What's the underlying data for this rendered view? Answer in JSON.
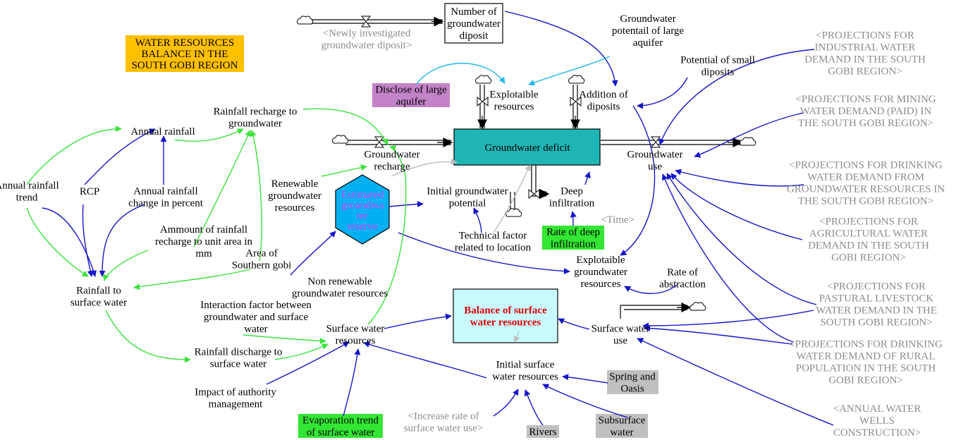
{
  "title": [
    "WATER RESOURCES",
    "BALANCE IN THE",
    "SOUTH GOBI REGION"
  ],
  "colors": {
    "title_bg": "#ffc000",
    "stock_fill": "#1fb5b5",
    "stock_light": "#c8fafe",
    "hexagon": "#00b0f0",
    "hexagon_text": "#e040fb",
    "purple_box": "#c383c8",
    "green_box": "#33e633",
    "gray_box": "#c0c0c0",
    "blue_arrow": "#1515c8",
    "green_arrow": "#3be23b",
    "cyan_arrow": "#22b8e8",
    "gray_link": "#bdbdbd",
    "red_text": "#e00000",
    "shadow_text": "#8c8c8c"
  },
  "stocks": {
    "groundwater_deficit": "Groundwater deficit",
    "balance_surface": [
      "Balance of surface",
      "water resources"
    ],
    "number_deposit": [
      "Number of",
      "groundwater",
      "diposit"
    ]
  },
  "hexagon": [
    "Estimated",
    "groundwa",
    "ter",
    "reserve"
  ],
  "variables": {
    "groundwater_potential_large": [
      "Groundwater",
      "potentail of large",
      "aquifer"
    ],
    "potential_small": [
      "Potential of small",
      "diposits"
    ],
    "disclose_large": [
      "Disclose of large",
      "aquifer"
    ],
    "explotaible_resources": [
      "Explotaible",
      "resources"
    ],
    "addition_deposits": [
      "Addition of",
      "diposits"
    ],
    "rainfall_recharge_gw": [
      "Rainfall recharge to",
      "groundwater"
    ],
    "annual_rainfall": "Annual rainfall",
    "groundwater_recharge": [
      "Groundwater",
      "recharge"
    ],
    "groundwater_use": [
      "Groundwater",
      "use"
    ],
    "annual_rainfall_trend": [
      "Annual rainfall",
      "trend"
    ],
    "rcp": "RCP",
    "annual_rainfall_change": [
      "Annual rainfall",
      "change in percent"
    ],
    "renewable_gw": [
      "Renewable",
      "groundwater",
      "resources"
    ],
    "initial_gw_potential": [
      "Initial groundwater",
      "potential"
    ],
    "deep_infiltration": [
      "Deep",
      "infiltration"
    ],
    "ammount_rainfall": [
      "Ammount of rainfall",
      "recharge to unit area in",
      "mm"
    ],
    "technical_factor": [
      "Technical factor",
      "related to location"
    ],
    "rate_deep_infiltration": [
      "Rate of deep",
      "infiltration"
    ],
    "area_southern_gobi": [
      "Area of",
      "Southern gobi"
    ],
    "explotaible_gw_resources": [
      "Explotaible",
      "groundwater",
      "resources"
    ],
    "rate_abstraction": [
      "Rate of",
      "abstraction"
    ],
    "non_renewable_gw": [
      "Non renewable",
      "groundwater resources"
    ],
    "rainfall_surface": [
      "Rainfall to",
      "surface water"
    ],
    "interaction_factor": [
      "Interaction factor between",
      "groundwater and surface",
      "water"
    ],
    "surface_water_resources": [
      "Surface water",
      "resources"
    ],
    "surface_water_use": [
      "Surface water",
      "use"
    ],
    "rainfall_discharge": [
      "Rainfall discharge to",
      "surface water"
    ],
    "initial_surface_water": [
      "Initial surface",
      "water resources"
    ],
    "spring_oasis": [
      "Spring and",
      "Oasis"
    ],
    "impact_authority": [
      "Impact of authority",
      "management"
    ],
    "evaporation_trend": [
      "Evaporation trend",
      "of surface water"
    ],
    "rivers": "Rivers",
    "subsurface_water": [
      "Subsurface",
      "water"
    ]
  },
  "shadow_variables": {
    "newly_investigated": [
      "<Newly investigated",
      "groundwater diposit>"
    ],
    "time": "<Time>",
    "increase_rate": [
      "<Increase rate of",
      "surface water use>"
    ],
    "industrial_demand": [
      "<PROJECTIONS FOR",
      "INDUSTRIAL WATER",
      "DEMAND IN THE SOUTH",
      "GOBI REGION>"
    ],
    "mining_demand": [
      "<PROJECTIONS FOR MINING",
      "WATER DEMAND (PAID) IN",
      "THE SOUTH GOBI REGION>"
    ],
    "drinking_demand": [
      "<PROJECTIONS FOR DRINKING",
      "WATER DEMAND FROM",
      "GROUNDWATER RESOURCES IN",
      "THE SOUTH GOBI REGION>"
    ],
    "agricultural_demand": [
      "<PROJECTIONS FOR",
      "AGRICULTURAL WATER",
      "DEMAND IN THE SOUTH",
      "GOBI REGION>"
    ],
    "pastoral_demand": [
      "<PROJECTIONS FOR",
      "PASTURAL LIVESTOCK",
      "WATER DEMAND IN THE",
      "SOUTH GOBI REGION>"
    ],
    "rural_drinking_demand": [
      "<PROJECTIONS FOR DRINKING",
      "WATER DEMAND OF RURAL",
      "POPULATION IN THE SOUTH",
      "GOBI REGION>"
    ],
    "wells_construction": [
      "<ANNUAL WATER",
      "WELLS",
      "CONSTRUCTION>"
    ]
  }
}
